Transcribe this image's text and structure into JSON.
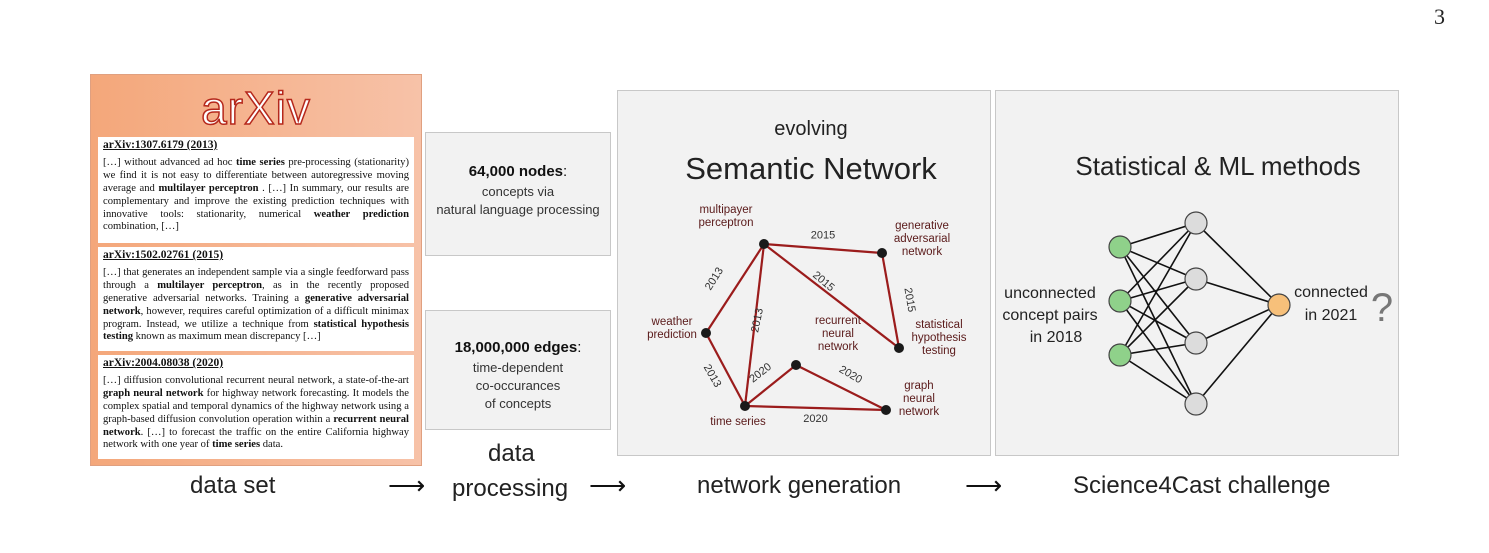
{
  "page_number": "3",
  "arxiv": {
    "logo": "arXiv",
    "papers": [
      {
        "id": "arXiv:1307.6179 (2013)",
        "segments": [
          {
            "t": "[…] without advanced ad hoc "
          },
          {
            "t": "time series",
            "b": true
          },
          {
            "t": " pre-processing (stationarity) we find it is not easy to differentiate between autoregressive moving average and "
          },
          {
            "t": "multilayer perceptron",
            "b": true
          },
          {
            "t": " . […] In summary, our results are complementary and improve the existing prediction techniques with innovative tools: stationarity, numerical "
          },
          {
            "t": "weather prediction",
            "b": true
          },
          {
            "t": " combination, […]"
          }
        ]
      },
      {
        "id": "arXiv:1502.02761 (2015)",
        "segments": [
          {
            "t": "[…] that generates an independent sample via a single feedforward pass through a "
          },
          {
            "t": "multilayer perceptron",
            "b": true
          },
          {
            "t": ", as in the recently proposed generative adversarial networks. Training a "
          },
          {
            "t": "generative adversarial network",
            "b": true
          },
          {
            "t": ", however, requires careful optimization of a difficult minimax program. Instead, we utilize a technique from "
          },
          {
            "t": "statistical hypothesis testing",
            "b": true
          },
          {
            "t": " known as maximum mean discrepancy […]"
          }
        ]
      },
      {
        "id": "arXiv:2004.08038 (2020)",
        "segments": [
          {
            "t": "[…] diffusion convolutional recurrent neural network, a state-of-the-art "
          },
          {
            "t": "graph neural network",
            "b": true
          },
          {
            "t": " for highway network forecasting. It models the complex spatial and temporal dynamics of the highway network using a graph-based diffusion convolution operation within a "
          },
          {
            "t": "recurrent neural network",
            "b": true
          },
          {
            "t": ". […] to forecast the traffic on the entire California highway network with one year of "
          },
          {
            "t": "time series",
            "b": true
          },
          {
            "t": " data."
          }
        ]
      }
    ]
  },
  "stats": {
    "nodes": {
      "bold": "64,000 nodes",
      "suffix": ":",
      "line1": "concepts via",
      "line2": "natural language processing"
    },
    "edges": {
      "bold": "18,000,000 edges",
      "suffix": ":",
      "line1": "time-dependent",
      "line2": "co-occurances",
      "line3": "of concepts"
    }
  },
  "network": {
    "subtitle": "evolving",
    "title": "Semantic Network",
    "edge_color": "#9b1c1c",
    "node_color": "#1a1a1a",
    "nodes": [
      {
        "id": "mlp",
        "label": [
          "multipayer",
          "perceptron"
        ]
      },
      {
        "id": "gan",
        "label": [
          "generative",
          "adversarial",
          "network"
        ]
      },
      {
        "id": "wp",
        "label": [
          "weather",
          "prediction"
        ]
      },
      {
        "id": "rnn",
        "label": [
          "recurrent",
          "neural",
          "network"
        ]
      },
      {
        "id": "sht",
        "label": [
          "statistical",
          "hypothesis",
          "testing"
        ]
      },
      {
        "id": "ts",
        "label": [
          "time series"
        ]
      },
      {
        "id": "gnn",
        "label": [
          "graph",
          "neural",
          "network"
        ]
      }
    ],
    "edges": [
      {
        "from": "mlp",
        "to": "gan",
        "year": "2015"
      },
      {
        "from": "mlp",
        "to": "wp",
        "year": "2013"
      },
      {
        "from": "mlp",
        "to": "ts",
        "year": "2013"
      },
      {
        "from": "mlp",
        "to": "sht",
        "year": "2015"
      },
      {
        "from": "gan",
        "to": "sht",
        "year": "2015"
      },
      {
        "from": "wp",
        "to": "ts",
        "year": "2013"
      },
      {
        "from": "ts",
        "to": "rnn",
        "year": "2020"
      },
      {
        "from": "rnn",
        "to": "gnn",
        "year": "2020"
      },
      {
        "from": "ts",
        "to": "gnn",
        "year": "2020"
      }
    ]
  },
  "ml": {
    "title": "Statistical &  ML methods",
    "left_label": [
      "unconnected",
      "concept pairs",
      "in 2018"
    ],
    "right_label": [
      "connected",
      "in 2021"
    ],
    "question": "?",
    "input_color": "#8fd18a",
    "hidden_color": "#dcdcdc",
    "output_color": "#f7c07a"
  },
  "captions": {
    "dataset": "data set",
    "processing_top": "data",
    "processing_bottom": "processing",
    "network_generation": "network generation",
    "challenge": "Science4Cast challenge"
  },
  "arrow_glyph": "⟶"
}
